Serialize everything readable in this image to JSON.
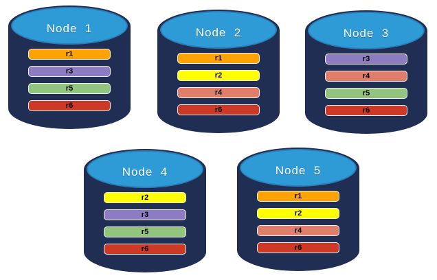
{
  "colors": {
    "background": "#FFFFFF",
    "cylinder_body": "#1F2E52",
    "cylinder_top": "#2E9BD6",
    "cylinder_top_border": "#2B7FB8",
    "r1": "#FFA305",
    "r2": "#FFFF00",
    "r3": "#8E7CC3",
    "r4": "#DF7E6B",
    "r5": "#93C47D",
    "r6": "#CC3A27"
  },
  "nodes": [
    {
      "label": "Node  1",
      "bars": [
        {
          "label": "r1"
        },
        {
          "label": "r3"
        },
        {
          "label": "r5"
        },
        {
          "label": "r6"
        }
      ]
    },
    {
      "label": "Node  2",
      "bars": [
        {
          "label": "r1"
        },
        {
          "label": "r2"
        },
        {
          "label": "r4"
        },
        {
          "label": "r6"
        }
      ]
    },
    {
      "label": "Node  3",
      "bars": [
        {
          "label": "r3"
        },
        {
          "label": "r4"
        },
        {
          "label": "r5"
        },
        {
          "label": "r6"
        }
      ]
    },
    {
      "label": "Node  4",
      "bars": [
        {
          "label": "r2"
        },
        {
          "label": "r3"
        },
        {
          "label": "r5"
        },
        {
          "label": "r6"
        }
      ]
    },
    {
      "label": "Node  5",
      "bars": [
        {
          "label": "r1"
        },
        {
          "label": "r2"
        },
        {
          "label": "r4"
        },
        {
          "label": "r6"
        }
      ]
    }
  ]
}
